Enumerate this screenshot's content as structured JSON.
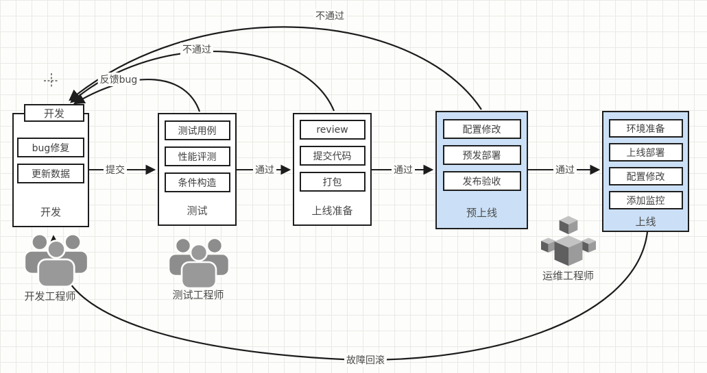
{
  "diagram": {
    "stages": [
      {
        "id": "dev",
        "top_label": "开发",
        "items": [
          "bug修复",
          "更新数据"
        ],
        "label": "开发",
        "highlight": false
      },
      {
        "id": "test",
        "items": [
          "测试用例",
          "性能评测",
          "条件构造"
        ],
        "label": "测试",
        "highlight": false
      },
      {
        "id": "prep",
        "items": [
          "review",
          "提交代码",
          "打包"
        ],
        "label": "上线准备",
        "highlight": false
      },
      {
        "id": "pre",
        "items": [
          "配置修改",
          "预发部署",
          "发布验收"
        ],
        "label": "预上线",
        "highlight": true
      },
      {
        "id": "online",
        "items": [
          "环境准备",
          "上线部署",
          "配置修改",
          "添加监控"
        ],
        "label": "上线",
        "highlight": true
      }
    ],
    "flow_labels": {
      "submit": "提交",
      "pass1": "通过",
      "pass2": "通过",
      "pass3": "通过"
    },
    "feedback_labels": {
      "fail_from_pre": "不通过",
      "fail_from_prep": "不通过",
      "feedback_bug": "反馈bug",
      "rollback": "故障回滚"
    },
    "roles": [
      {
        "label": "开发工程师",
        "icon": "people-group-icon"
      },
      {
        "label": "测试工程师",
        "icon": "people-group-icon"
      },
      {
        "label": "运维工程师",
        "icon": "cube-robot-icon"
      }
    ],
    "colors": {
      "line": "#1c1c1c",
      "highlight_fill": "#cbe0f6",
      "box_fill": "#ffffff",
      "text": "#4a4a4a",
      "icon_gray": "#8d8d8d"
    }
  }
}
